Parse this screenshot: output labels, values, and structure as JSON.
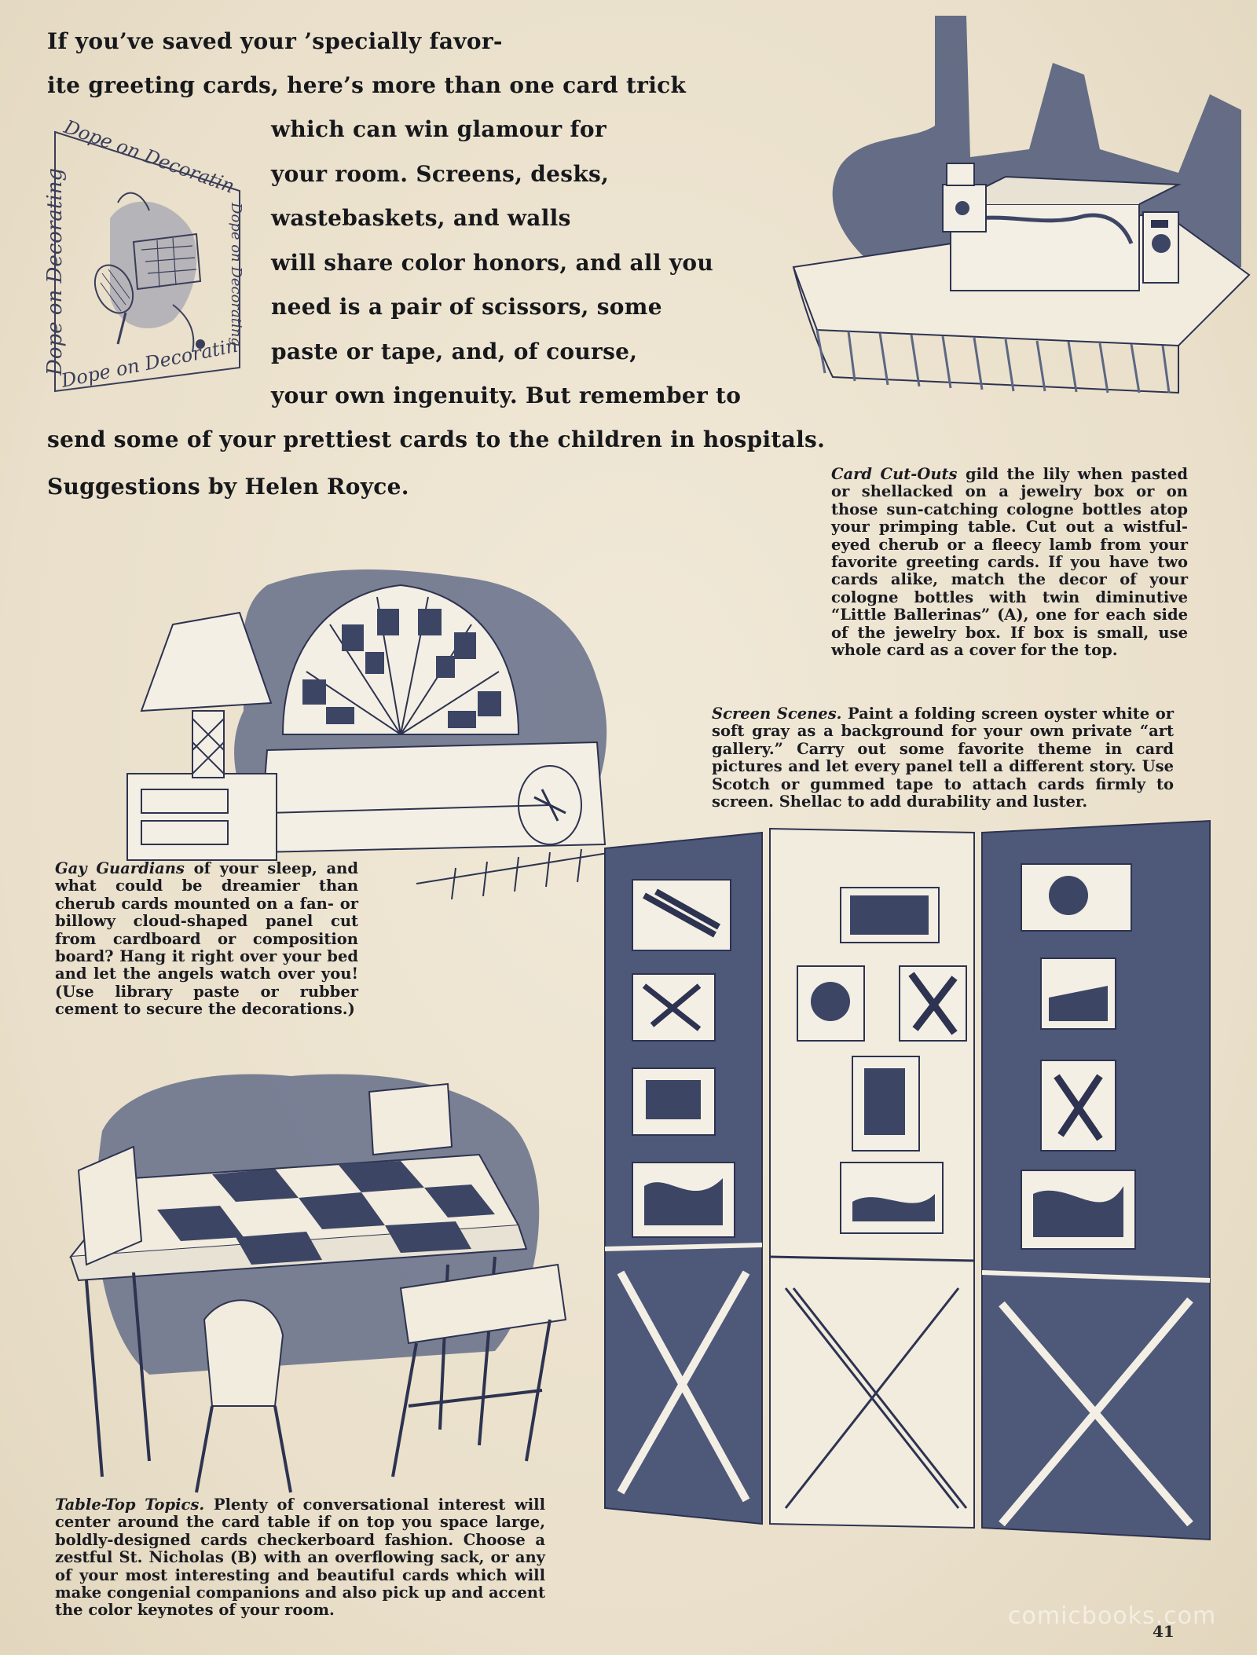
{
  "intro": {
    "lines": [
      "If you’ve saved your ’specially favor-",
      "ite greeting cards, here’s more than one card trick",
      "which can win glamour for",
      "your room.   Screens, desks,",
      "wastebaskets,  and walls",
      "will share color honors, and all you",
      "need is a pair of scissors, some",
      "paste or tape, and, of course,",
      "your  own  ingenuity.   But  remember  to",
      "send some of your prettiest cards to the children in hospitals.",
      "Suggestions by Helen Royce."
    ]
  },
  "logo": {
    "text": "Dope on Decorating"
  },
  "captions": {
    "card_cutouts": {
      "lead": "Card Cut-Outs",
      "body": " gild the lily when pasted or shellacked on a jewelry box or on those sun-catching cologne bottles atop your primping table. Cut out a wistful-eyed cherub or a fleecy lamb from your favorite greeting cards. If you have two cards alike, match the decor of your cologne bottles with twin diminutive “Little Ballerinas” (A), one for each side of the jewelry box. If box is small, use whole card as a cover for the top."
    },
    "screen_scenes": {
      "lead": "Screen Scenes.",
      "body": " Paint a folding screen oyster white or soft gray as a background for your own private “art gallery.” Carry out some favorite theme in card pictures and let every panel tell a different story. Use Scotch or gummed tape to attach cards firmly to screen. Shellac to add durability and luster."
    },
    "gay_guardians": {
      "lead": "Gay Guardians",
      "body": " of your sleep, and what could be dreamier than cherub cards mounted on a fan- or billowy cloud-shaped panel cut from cardboard or composition board? Hang it right over your bed and let the angels watch over you! (Use library paste or rubber cement to secure the decorations.)"
    },
    "table_top": {
      "lead": "Table-Top Topics.",
      "body": " Plenty of conversational interest will center around the card table if on top you space large, boldly-designed cards checkerboard fashion. Choose a zestful St. Nicholas (B) with an overflowing sack, or any of your most interesting and beautiful cards which will make congenial companions and also pick up and accent the color keynotes of your room."
    }
  },
  "page_number": "41",
  "watermark": "comicbooks.com",
  "colors": {
    "paper": "#ede4d2",
    "ink": "#1d1d22",
    "wash": "#5d6784",
    "dark_wash": "#3c4564"
  }
}
